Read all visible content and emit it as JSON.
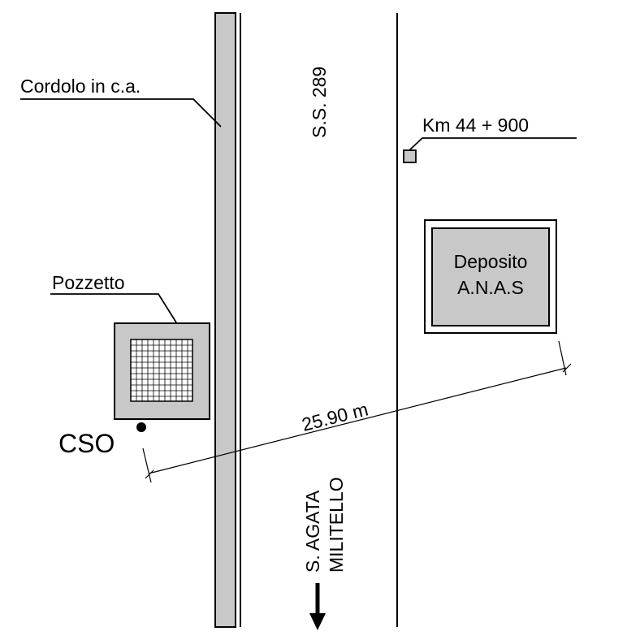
{
  "labels": {
    "cordolo": "Cordolo in c.a.",
    "road_name": "S.S. 289",
    "km_marker": "Km 44 + 900",
    "pozzetto": "Pozzetto",
    "deposito_line1": "Deposito",
    "deposito_line2": "A.N.A.S",
    "cso": "CSO",
    "distance": "25.90 m",
    "direction_line1": "S. AGATA",
    "direction_line2": "MILITELLO"
  },
  "colors": {
    "fill_grey": "#c8c8c8",
    "stroke": "#000000",
    "background": "#ffffff"
  }
}
